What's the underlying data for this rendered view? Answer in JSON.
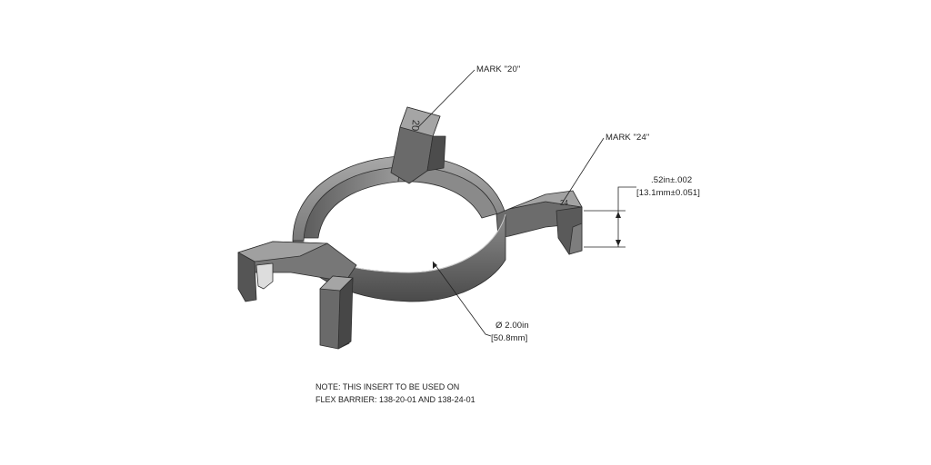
{
  "callouts": {
    "mark_20": "MARK \"20\"",
    "mark_24": "MARK \"24\""
  },
  "dimensions": {
    "height_in": ".52in±.002",
    "height_mm": "[13.1mm±0.051]",
    "diameter_in": "Ø 2.00in",
    "diameter_mm": "[50.8mm]"
  },
  "note": {
    "line1": "NOTE: THIS INSERT TO BE USED ON",
    "line2": "FLEX BARRIER: 138-20-01 AND 138-24-01"
  },
  "part": {
    "engraved_mark_left": "20",
    "engraved_mark_right": "24"
  },
  "colors": {
    "part_dark": "#4a4a4a",
    "part_mid": "#6a6a6a",
    "part_light": "#9a9a9a",
    "line": "#222222"
  }
}
